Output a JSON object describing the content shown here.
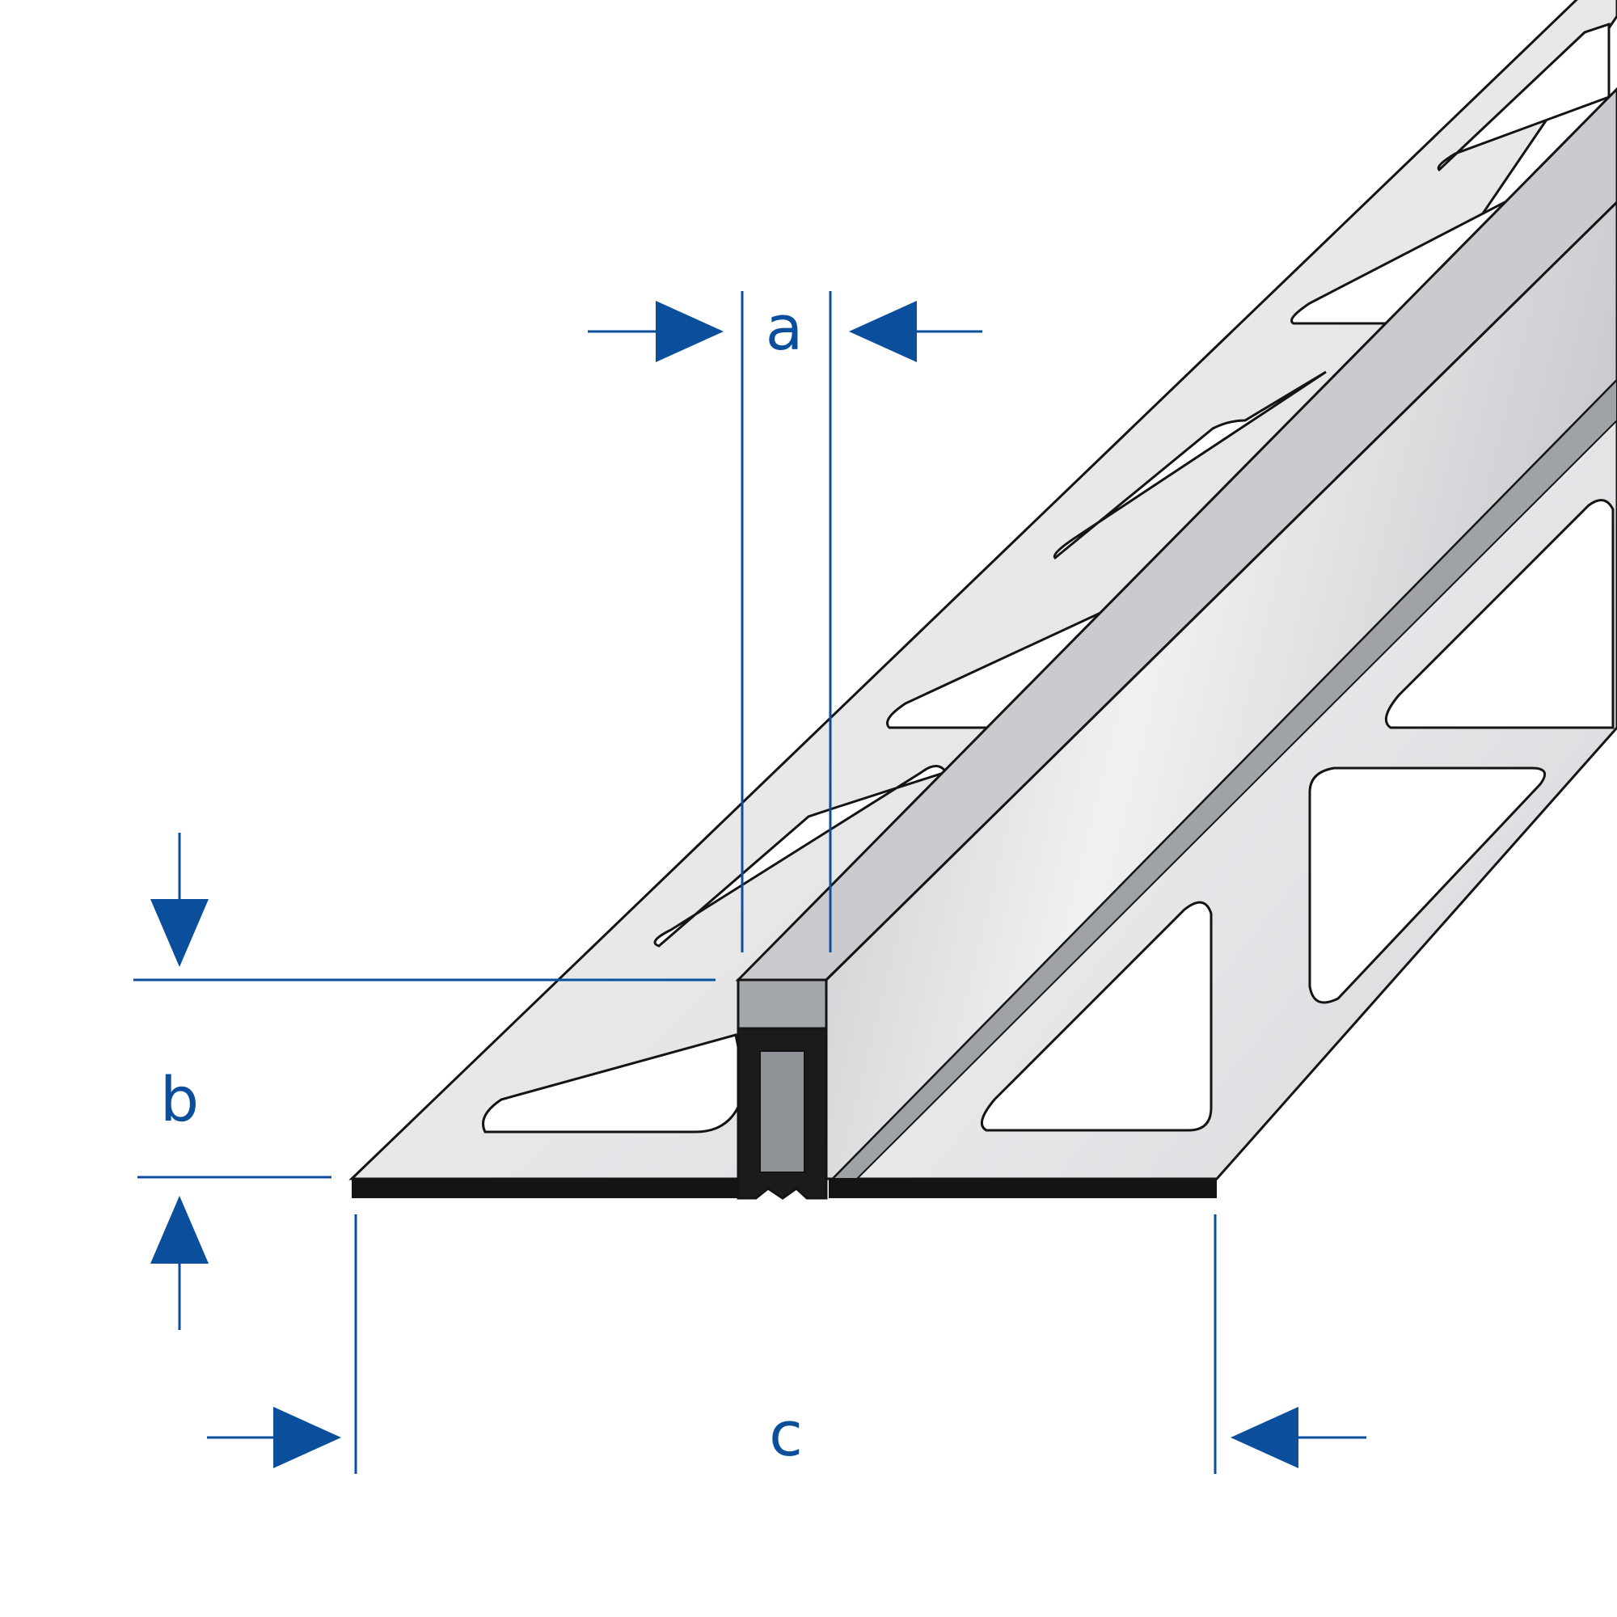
{
  "labels": {
    "a": "a",
    "b": "b",
    "c": "c"
  },
  "colors": {
    "dimension": "#0b4f9c",
    "metal_light": "#e9eaec",
    "metal_mid": "#c9cbce",
    "metal_dark": "#9fa2a6",
    "outline": "#141414",
    "seal": "#1b1b1b",
    "background": "#ffffff"
  }
}
